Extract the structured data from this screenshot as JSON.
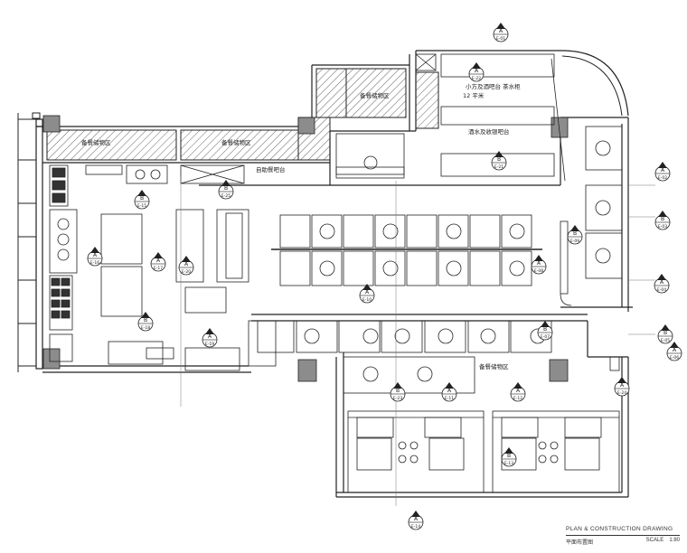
{
  "drawing": {
    "title": "PLAN & CONSTRUCTION DRAWING",
    "sheet_label": "平面布置图",
    "scale_label": "SCALE",
    "scale_value": "1:80"
  },
  "room_labels": {
    "storage_a": "备餐储物区",
    "storage_b": "备餐储物区",
    "storage_c": "备餐储物区",
    "storage_d": "备餐储物区",
    "buffet": "自助餐吧台",
    "bar_counter": "酒水及收银吧台",
    "small_table": "小方及酒吧台 茶水柜",
    "small_count": "12 平米"
  },
  "elevation_marks": [
    {
      "id": "m1",
      "top": "A",
      "bot": "E-01"
    },
    {
      "id": "m2",
      "top": "A",
      "bot": "E-02"
    },
    {
      "id": "m3",
      "top": "B",
      "bot": "E-03"
    },
    {
      "id": "m4",
      "top": "A",
      "bot": "E-04"
    },
    {
      "id": "m5",
      "top": "B",
      "bot": "E-05"
    },
    {
      "id": "m6",
      "top": "A",
      "bot": "E-06"
    },
    {
      "id": "m7",
      "top": "B",
      "bot": "E-07"
    },
    {
      "id": "m8",
      "top": "A",
      "bot": "E-08"
    },
    {
      "id": "m9",
      "top": "B",
      "bot": "E-09"
    },
    {
      "id": "m10",
      "top": "A",
      "bot": "E-10"
    },
    {
      "id": "m11",
      "top": "A",
      "bot": "E-11"
    },
    {
      "id": "m12",
      "top": "A",
      "bot": "E-12"
    },
    {
      "id": "m13",
      "top": "B",
      "bot": "E-13"
    },
    {
      "id": "m14",
      "top": "A",
      "bot": "E-14"
    },
    {
      "id": "m15",
      "top": "B",
      "bot": "E-15"
    },
    {
      "id": "m16",
      "top": "A",
      "bot": "E-16"
    },
    {
      "id": "m17",
      "top": "A",
      "bot": "E-17"
    },
    {
      "id": "m18",
      "top": "B",
      "bot": "E-18"
    },
    {
      "id": "m19",
      "top": "A",
      "bot": "E-19"
    },
    {
      "id": "m20",
      "top": "A",
      "bot": "E-20"
    },
    {
      "id": "m21",
      "top": "B",
      "bot": "E-21"
    },
    {
      "id": "m22",
      "top": "A",
      "bot": "E-22"
    },
    {
      "id": "m23",
      "top": "B",
      "bot": "E-23"
    },
    {
      "id": "m24",
      "top": "A",
      "bot": "E-24"
    },
    {
      "id": "m25",
      "top": "B",
      "bot": "E-25"
    }
  ],
  "colors": {
    "line": "#222222",
    "hatch": "#555555",
    "column_fill": "#8c8c8c",
    "background": "#ffffff"
  }
}
